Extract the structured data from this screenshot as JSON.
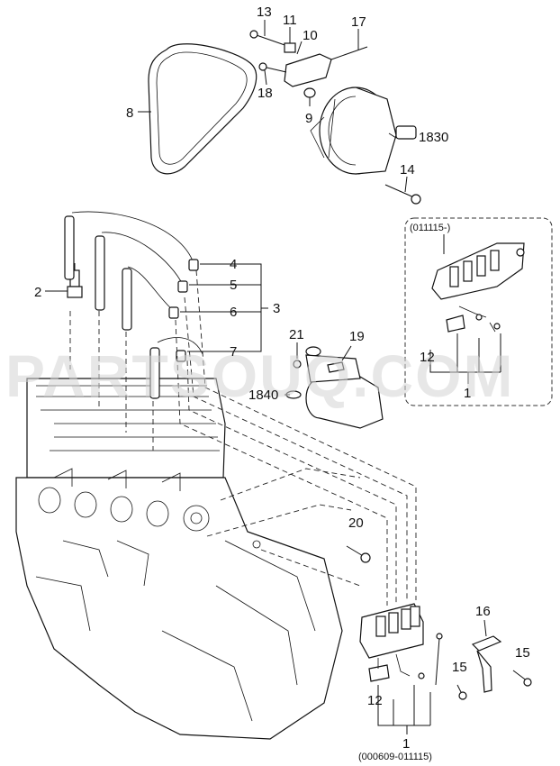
{
  "watermark": "PARTSOUQ.COM",
  "inset_caption": "(011115-)",
  "bottom_caption": "(000609-011115)",
  "callouts": {
    "c1": "1",
    "c1b": "1",
    "c2": "2",
    "c3": "3",
    "c4": "4",
    "c5": "5",
    "c6": "6",
    "c7": "7",
    "c8": "8",
    "c9": "9",
    "c10": "10",
    "c11": "11",
    "c12": "12",
    "c12b": "12",
    "c13": "13",
    "c14": "14",
    "c15a": "15",
    "c15b": "15",
    "c16": "16",
    "c17": "17",
    "c18": "18",
    "c19": "19",
    "c20": "20",
    "c21": "21",
    "c1830": "1830",
    "c1840": "1840"
  }
}
